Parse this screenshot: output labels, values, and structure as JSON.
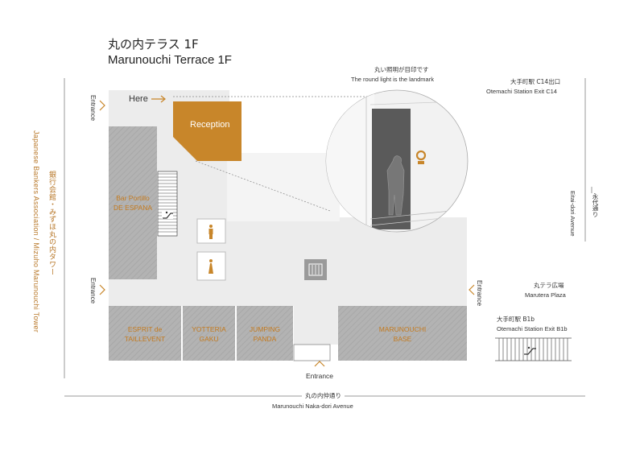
{
  "title": {
    "ja": "丸の内テラス 1F",
    "en": "Marunouchi Terrace 1F"
  },
  "landmark": {
    "ja": "丸い照明が目印です",
    "en": "The round light is the landmark"
  },
  "here": "Here",
  "reception": "Reception",
  "shops": {
    "bar": [
      "Bar Portillo",
      "DE ESPANA"
    ],
    "esprit": [
      "ESPRIT de",
      "TAILLEVENT"
    ],
    "yotteria": [
      "YOTTERIA",
      "GAKU"
    ],
    "jumping": [
      "JUMPING",
      "PANDA"
    ],
    "marunouchi": [
      "MARUNOUCHI",
      "BASE"
    ]
  },
  "entrance": "Entrance",
  "exits": {
    "c14": {
      "ja": "大手町駅 C14出口",
      "en": "Otemachi Station Exit C14"
    },
    "plaza": {
      "ja": "丸テラ広場",
      "en": "Marutera Plaza"
    },
    "b1b": {
      "ja": "大手町駅 B1b",
      "en": "Otemachi Station Exit B1b"
    }
  },
  "roads": {
    "eitai": {
      "ja": "永代通り",
      "en": "Eitai-dori Avenue"
    },
    "nakadori": {
      "ja": "丸の内仲通り",
      "en": "Marunouchi Naka-dori Avenue"
    }
  },
  "side_building": {
    "ja": "銀行会館・みずほ丸の内タワー",
    "en": "Japanese Bankers Association / Mizuho Marunouchi Tower"
  },
  "colors": {
    "accent": "#c8862a",
    "shop": "#b4b4b4",
    "floor": "#efefef",
    "line": "#888888"
  },
  "icons": [
    "escalator-icon",
    "male-restroom-icon",
    "female-restroom-icon",
    "elevator-icon",
    "entrance-arrow-icon",
    "here-arrow-icon"
  ]
}
